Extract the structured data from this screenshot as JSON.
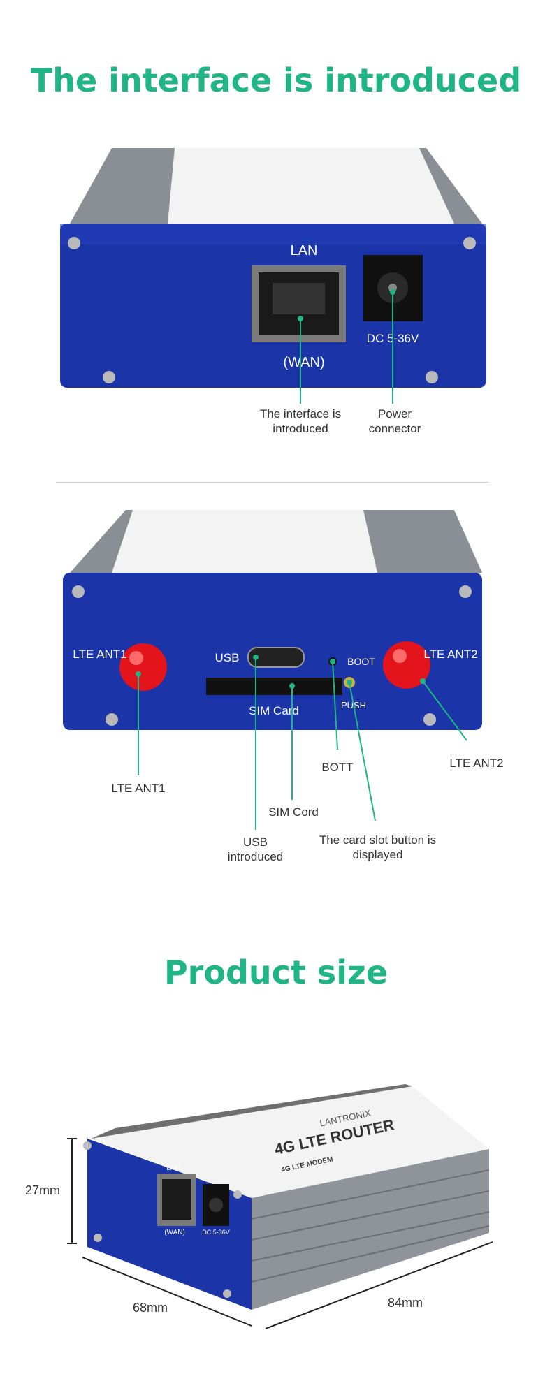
{
  "section1": {
    "title": "The interface is introduced",
    "device_labels": {
      "lan": "LAN",
      "wan": "(WAN)",
      "dc": "DC 5-36V"
    },
    "callouts": {
      "lan_port": "The interface is introduced",
      "power": "Power connector"
    }
  },
  "section2": {
    "device_labels": {
      "lte_ant1": "LTE ANT1",
      "lte_ant2": "LTE ANT2",
      "usb": "USB",
      "boot": "BOOT",
      "push": "PUSH",
      "sim": "SIM Card"
    },
    "callouts": {
      "lte_ant1": "LTE ANT1",
      "lte_ant2": "LTE ANT2",
      "bott": "BOTT",
      "sim": "SIM Cord",
      "usb": "USB introduced",
      "card_slot": "The card slot button is displayed"
    }
  },
  "section3": {
    "title": "Product size",
    "dimensions": {
      "height": "27mm",
      "width": "68mm",
      "length": "84mm"
    },
    "device_labels": {
      "brand": "LANTRONIX",
      "product": "4G LTE ROUTER",
      "modem": "4G LTE MODEM",
      "lan": "LAN",
      "wan": "(WAN)",
      "dc": "DC 5-36V"
    }
  },
  "colors": {
    "accent": "#1fb584",
    "device_blue": "#1b34a8",
    "antenna_red": "#e3141b"
  }
}
